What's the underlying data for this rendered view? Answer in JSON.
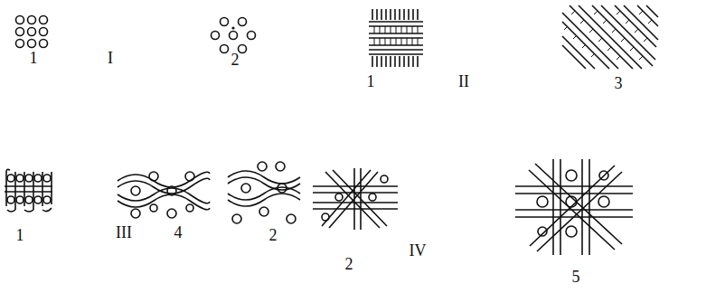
{
  "diagram": {
    "labels": [
      "1",
      "I",
      "2",
      "1",
      "II",
      "3",
      "1",
      "III",
      "4",
      "2",
      "2",
      "IV",
      "5"
    ]
  }
}
